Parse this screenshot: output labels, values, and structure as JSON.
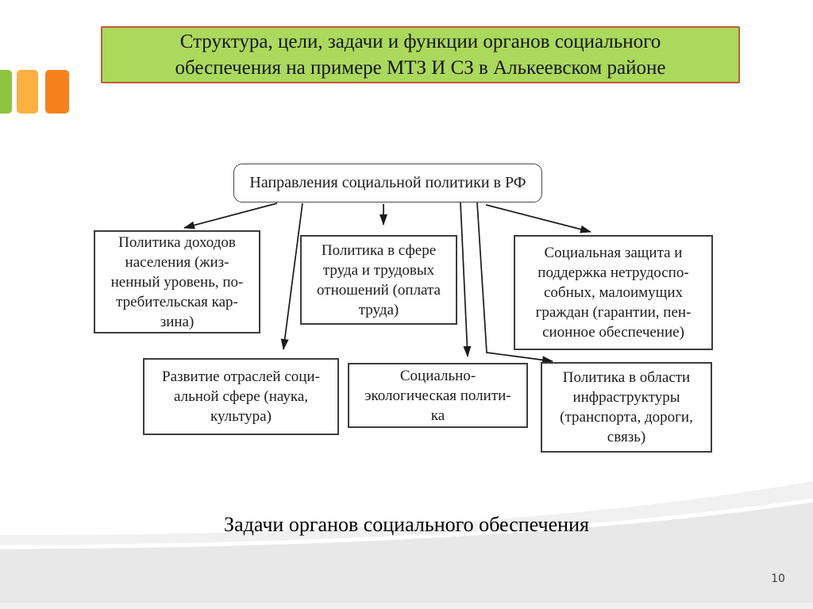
{
  "slide": {
    "title": "Структура, цели, задачи и функции органов социального обеспечения на примере МТЗ И СЗ в Алькеевском районе",
    "caption": "Задачи органов социального обеспечения",
    "page_number": "10"
  },
  "colors": {
    "title_fill": "#abd95c",
    "title_border": "#c25b33",
    "accent_bar_green": "#8cc63e",
    "accent_bar_yellow": "#fbb040",
    "accent_bar_orange": "#f5821f",
    "swoosh_light_gray": "#f1f1f1",
    "swoosh_dark_gray": "#e8e8e8",
    "diagram_line": "#1a1a1a"
  },
  "diagram": {
    "root": {
      "label": "Направления социальной политики в РФ"
    },
    "nodes": [
      {
        "id": "income",
        "label": "Политика доходов\nнаселения (жиз-\nненный уровень, по-\nтребительская кар-\nзина)"
      },
      {
        "id": "labor",
        "label": "Политика в сфере\nтруда и трудовых\nотношений (оплата\nтруда)"
      },
      {
        "id": "protection",
        "label": "Социальная защита и\nподдержка нетрудоспо-\nсобных, малоимущих\nграждан (гарантии, пен-\nсионное обеспечение)"
      },
      {
        "id": "branches",
        "label": "Развитие отраслей соци-\nальной сфере (наука,\nкультура)"
      },
      {
        "id": "ecology",
        "label": "Социально-\nэкологическая полити-\nка"
      },
      {
        "id": "infrastructure",
        "label": "Политика в области\nинфраструктуры\n(транспорта, дороги,\nсвязь)"
      }
    ]
  }
}
